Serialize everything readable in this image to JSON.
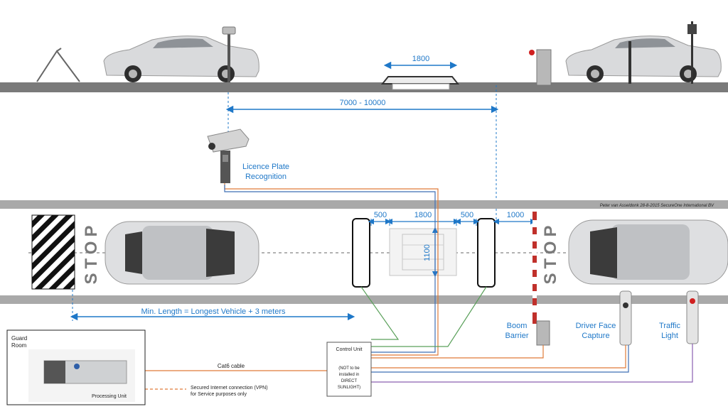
{
  "side_view": {
    "dim_speed_bump": "1800",
    "dim_camera_to_barrier": "7000 - 10000"
  },
  "top_view": {
    "credit": "Peter van Asseldonk 28-8-2015  SecureOne International BV",
    "stop_left": "STOP",
    "stop_right": "STOP",
    "dims": {
      "gap_a": "500",
      "under_vehicle": "1800",
      "gap_b": "500",
      "to_barrier": "1000",
      "width": "1100"
    },
    "min_length": "Min. Length = Longest Vehicle + 3 meters"
  },
  "labels": {
    "lpr_line1": "Licence Plate",
    "lpr_line2": "Recognition",
    "boom_line1": "Boom",
    "boom_line2": "Barrier",
    "face_line1": "Driver Face",
    "face_line2": "Capture",
    "traffic_line1": "Traffic",
    "traffic_line2": "Light"
  },
  "guard_room": {
    "line1": "Guard",
    "line2": "Room",
    "processing_unit": "Processing Unit"
  },
  "control_unit": {
    "title": "Control Unit",
    "note_lines": [
      "(NOT to be",
      "installed in",
      "DIRECT",
      "SUNLIGHT)"
    ]
  },
  "connections": {
    "cat6": "Cat6 cable",
    "vpn_line1": "Secured Internet connection (VPN)",
    "vpn_line2": "for Service purposes only"
  },
  "colors": {
    "dimension": "#1f78c8",
    "road": "#7a7a7a",
    "cable_orange": "#e07b39",
    "cable_blue": "#3f6fb5",
    "cable_green": "#5aa05a",
    "cable_purple": "#8a5fb0",
    "barrier_red": "#c0302b"
  }
}
